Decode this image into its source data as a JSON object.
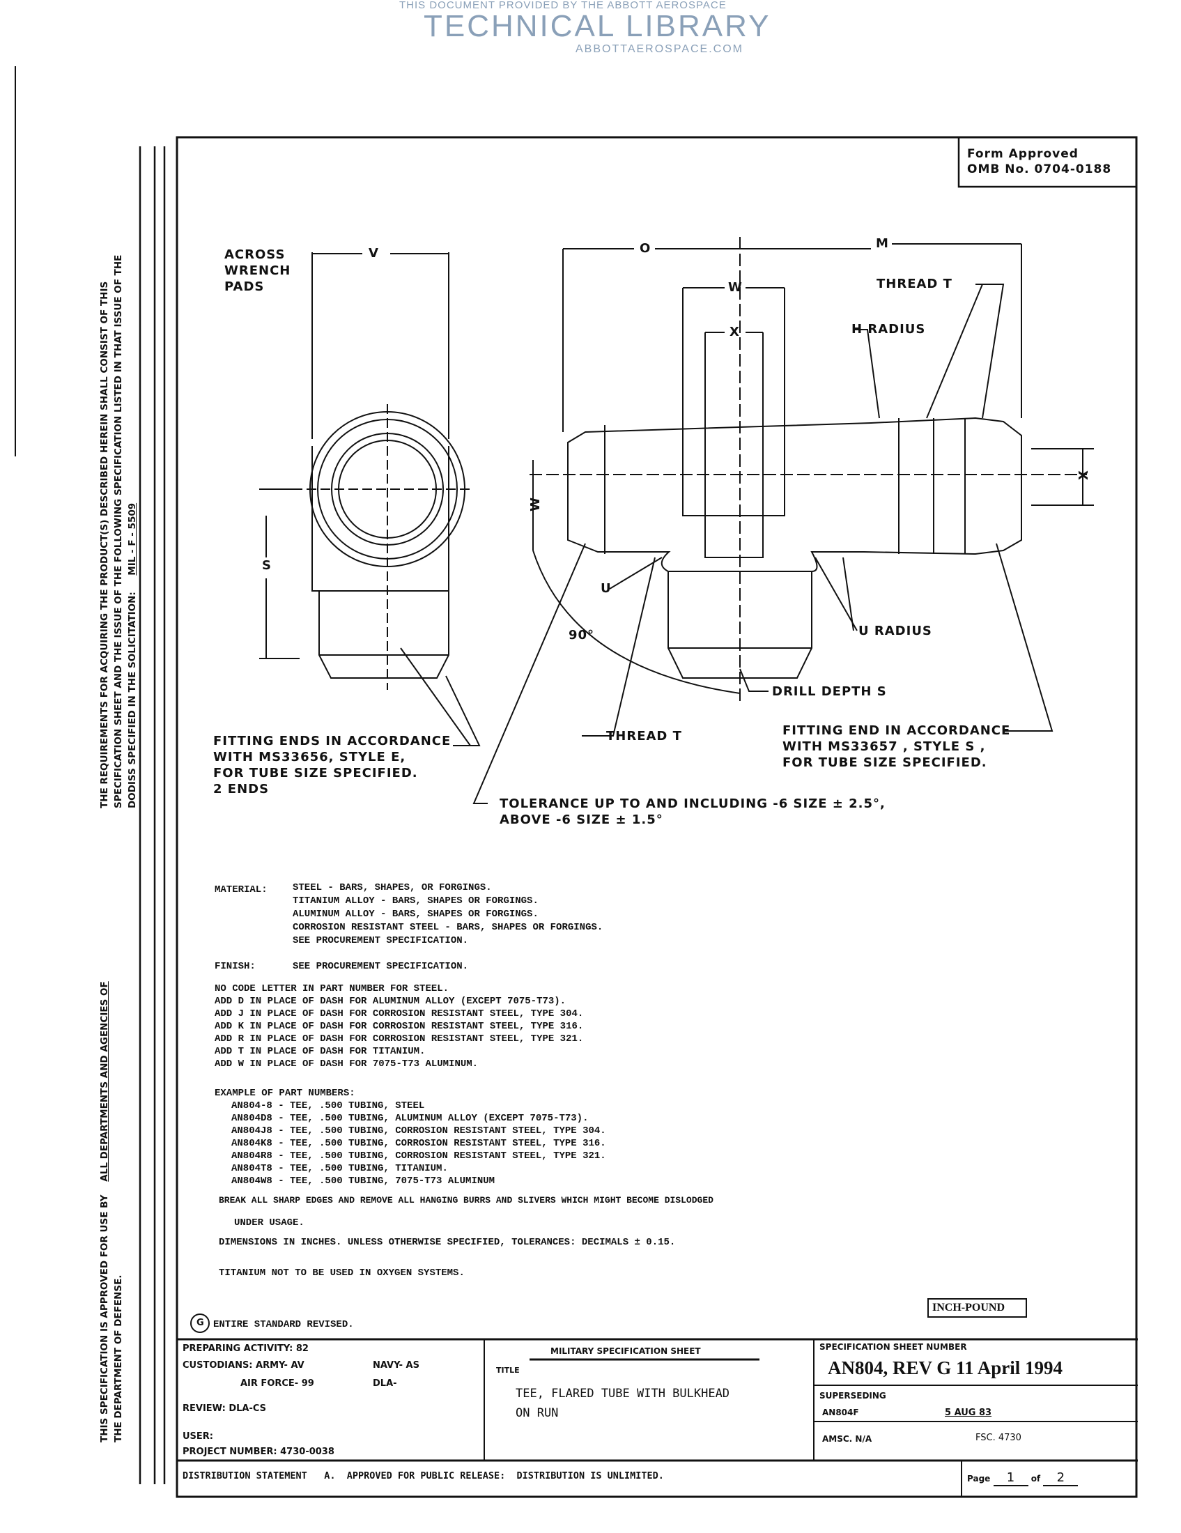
{
  "watermark": {
    "line1": "THIS DOCUMENT PROVIDED BY THE ABBOTT AEROSPACE",
    "line2": "TECHNICAL LIBRARY",
    "line3": "ABBOTTAEROSPACE.COM"
  },
  "form_approved": {
    "line1": "Form Approved",
    "line2": "OMB No. 0704-0188"
  },
  "side_text": {
    "requirements_line1": "THE REQUIREMENTS FOR ACQUIRING THE PRODUCT(S) DESCRIBED HEREIN SHALL CONSIST OF THIS",
    "requirements_line2": "SPECIFICATION SHEET AND THE ISSUE OF THE FOLLOWING SPECIFICATION LISTED IN THAT ISSUE OF THE",
    "requirements_line3": "DODISS SPECIFIED IN THE SOLICITATION:",
    "spec_ref": "MIL - F - 5509",
    "approved_line1": "THIS SPECIFICATION IS APPROVED FOR USE BY",
    "approved_underlined": "ALL DEPARTMENTS AND AGENCIES OF",
    "approved_line2": "THE DEPARTMENT OF DEFENSE."
  },
  "drawing": {
    "across_wrench_pads": "ACROSS\nWRENCH\nPADS",
    "dim_v": "V",
    "dim_o": "O",
    "dim_m": "M",
    "dim_w_top": "W",
    "dim_x_top": "X",
    "thread_t_top": "THREAD T",
    "h_radius": "H RADIUS",
    "dim_s": "S",
    "dim_w_left": "W",
    "dim_x_right": "X",
    "dim_u": "U",
    "angle": "90°",
    "u_radius": "U RADIUS",
    "drill_depth": "DRILL DEPTH S",
    "thread_t_bottom": "THREAD T",
    "fitting_left": "FITTING ENDS IN ACCORDANCE\nWITH MS33656, STYLE E,\nFOR TUBE SIZE SPECIFIED.\n2 ENDS",
    "fitting_right": "FITTING END IN ACCORDANCE\nWITH MS33657 , STYLE S ,\nFOR TUBE SIZE SPECIFIED.",
    "tolerance": "TOLERANCE UP TO AND INCLUDING -6 SIZE ± 2.5°,\nABOVE -6 SIZE ± 1.5°"
  },
  "notes": {
    "material_label": "MATERIAL:",
    "material": [
      "STEEL - BARS, SHAPES, OR FORGINGS.",
      "TITANIUM ALLOY - BARS, SHAPES OR FORGINGS.",
      "ALUMINUM ALLOY - BARS, SHAPES OR FORGINGS.",
      "CORROSION RESISTANT STEEL - BARS, SHAPES OR FORGINGS.",
      "SEE PROCUREMENT SPECIFICATION."
    ],
    "finish_label": "FINISH:",
    "finish": "SEE PROCUREMENT SPECIFICATION.",
    "codes": [
      "NO CODE LETTER IN PART NUMBER FOR STEEL.",
      "ADD D IN PLACE OF DASH FOR ALUMINUM ALLOY (EXCEPT 7075-T73).",
      "ADD J IN PLACE OF DASH FOR CORROSION RESISTANT STEEL, TYPE 304.",
      "ADD K IN PLACE OF DASH FOR CORROSION RESISTANT STEEL, TYPE 316.",
      "ADD R IN PLACE OF DASH FOR CORROSION RESISTANT STEEL, TYPE 321.",
      "ADD T IN PLACE OF DASH FOR TITANIUM.",
      "ADD W IN PLACE OF DASH FOR 7075-T73 ALUMINUM."
    ],
    "example_label": "EXAMPLE OF PART NUMBERS:",
    "examples": [
      "AN804-8 - TEE, .500 TUBING, STEEL",
      "AN804D8 - TEE, .500 TUBING, ALUMINUM ALLOY (EXCEPT 7075-T73).",
      "AN804J8 - TEE, .500 TUBING, CORROSION RESISTANT STEEL, TYPE 304.",
      "AN804K8 - TEE, .500 TUBING, CORROSION RESISTANT STEEL, TYPE 316.",
      "AN804R8 - TEE, .500 TUBING, CORROSION RESISTANT STEEL, TYPE 321.",
      "AN804T8 - TEE, .500 TUBING, TITANIUM.",
      "AN804W8 - TEE, .500 TUBING, 7075-T73 ALUMINUM"
    ],
    "break_edges": "BREAK ALL SHARP EDGES AND REMOVE ALL HANGING BURRS AND SLIVERS WHICH MIGHT BECOME DISLODGED",
    "break_edges_2": "UNDER USAGE.",
    "dimensions": "DIMENSIONS IN INCHES. UNLESS OTHERWISE SPECIFIED, TOLERANCES: DECIMALS ± 0.15.",
    "titanium": "TITANIUM NOT TO BE USED IN OXYGEN SYSTEMS.",
    "revision_symbol": "G",
    "revision_note": "ENTIRE STANDARD REVISED.",
    "inch_pound": "INCH-POUND"
  },
  "title_block": {
    "preparing_activity": "PREPARING ACTIVITY: 82",
    "custodians": "CUSTODIANS: ARMY- AV",
    "navy": "NAVY- AS",
    "air_force": "AIR FORCE- 99",
    "dla": "DLA-",
    "review": "REVIEW: DLA-CS",
    "user": "USER:",
    "project_number": "PROJECT NUMBER: 4730-0038",
    "mil_spec_sheet": "MILITARY SPECIFICATION SHEET",
    "title_label": "TITLE",
    "title": "TEE, FLARED TUBE WITH BULKHEAD",
    "title_2": "ON RUN",
    "spec_sheet_number_label": "SPECIFICATION SHEET NUMBER",
    "spec_sheet_number": "AN804, REV G  11 April 1994",
    "superseding_label": "SUPERSEDING",
    "superseding": "AN804F",
    "superseding_date": "5 AUG 83",
    "amsc": "AMSC. N/A",
    "fsc": "FSC. 4730",
    "distribution": "DISTRIBUTION STATEMENT   A.  APPROVED FOR PUBLIC RELEASE:  DISTRIBUTION IS UNLIMITED.",
    "page_label": "Page",
    "page": "1",
    "of_label": "of",
    "pages": "2"
  }
}
